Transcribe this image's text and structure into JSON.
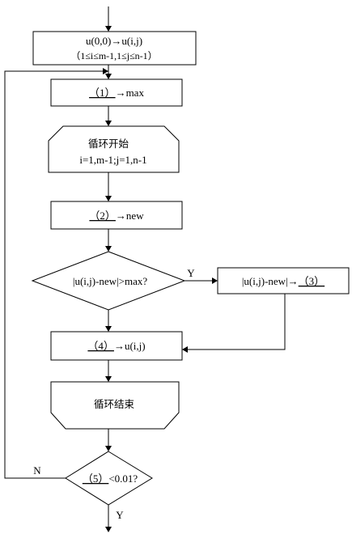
{
  "flowchart": {
    "init": {
      "line1": "u(0,0)",
      "line1_rest": "u(i,j)",
      "line2": "（1≤i≤m-1,1≤j≤n-1）"
    },
    "step1": {
      "blank": "（1）",
      "rest": "max"
    },
    "loop_start": {
      "title": "循环开始",
      "range": "i=1,m-1;j=1,n-1"
    },
    "step2": {
      "blank": "（2）",
      "rest": "new"
    },
    "decision": {
      "text": "|u(i,j)-new|>max?"
    },
    "branch_yes_label": "Y",
    "step3": {
      "prefix": "|u(i,j)-new|",
      "blank": "（3）"
    },
    "step4": {
      "blank": "（4）",
      "rest": "u(i,j)"
    },
    "loop_end": {
      "title": "循环结束"
    },
    "final_decision": {
      "blank": "（5）",
      "rest": "<0.01?"
    },
    "final_no_label": "N",
    "final_yes_label": "Y",
    "arrow_glyph": "→"
  }
}
